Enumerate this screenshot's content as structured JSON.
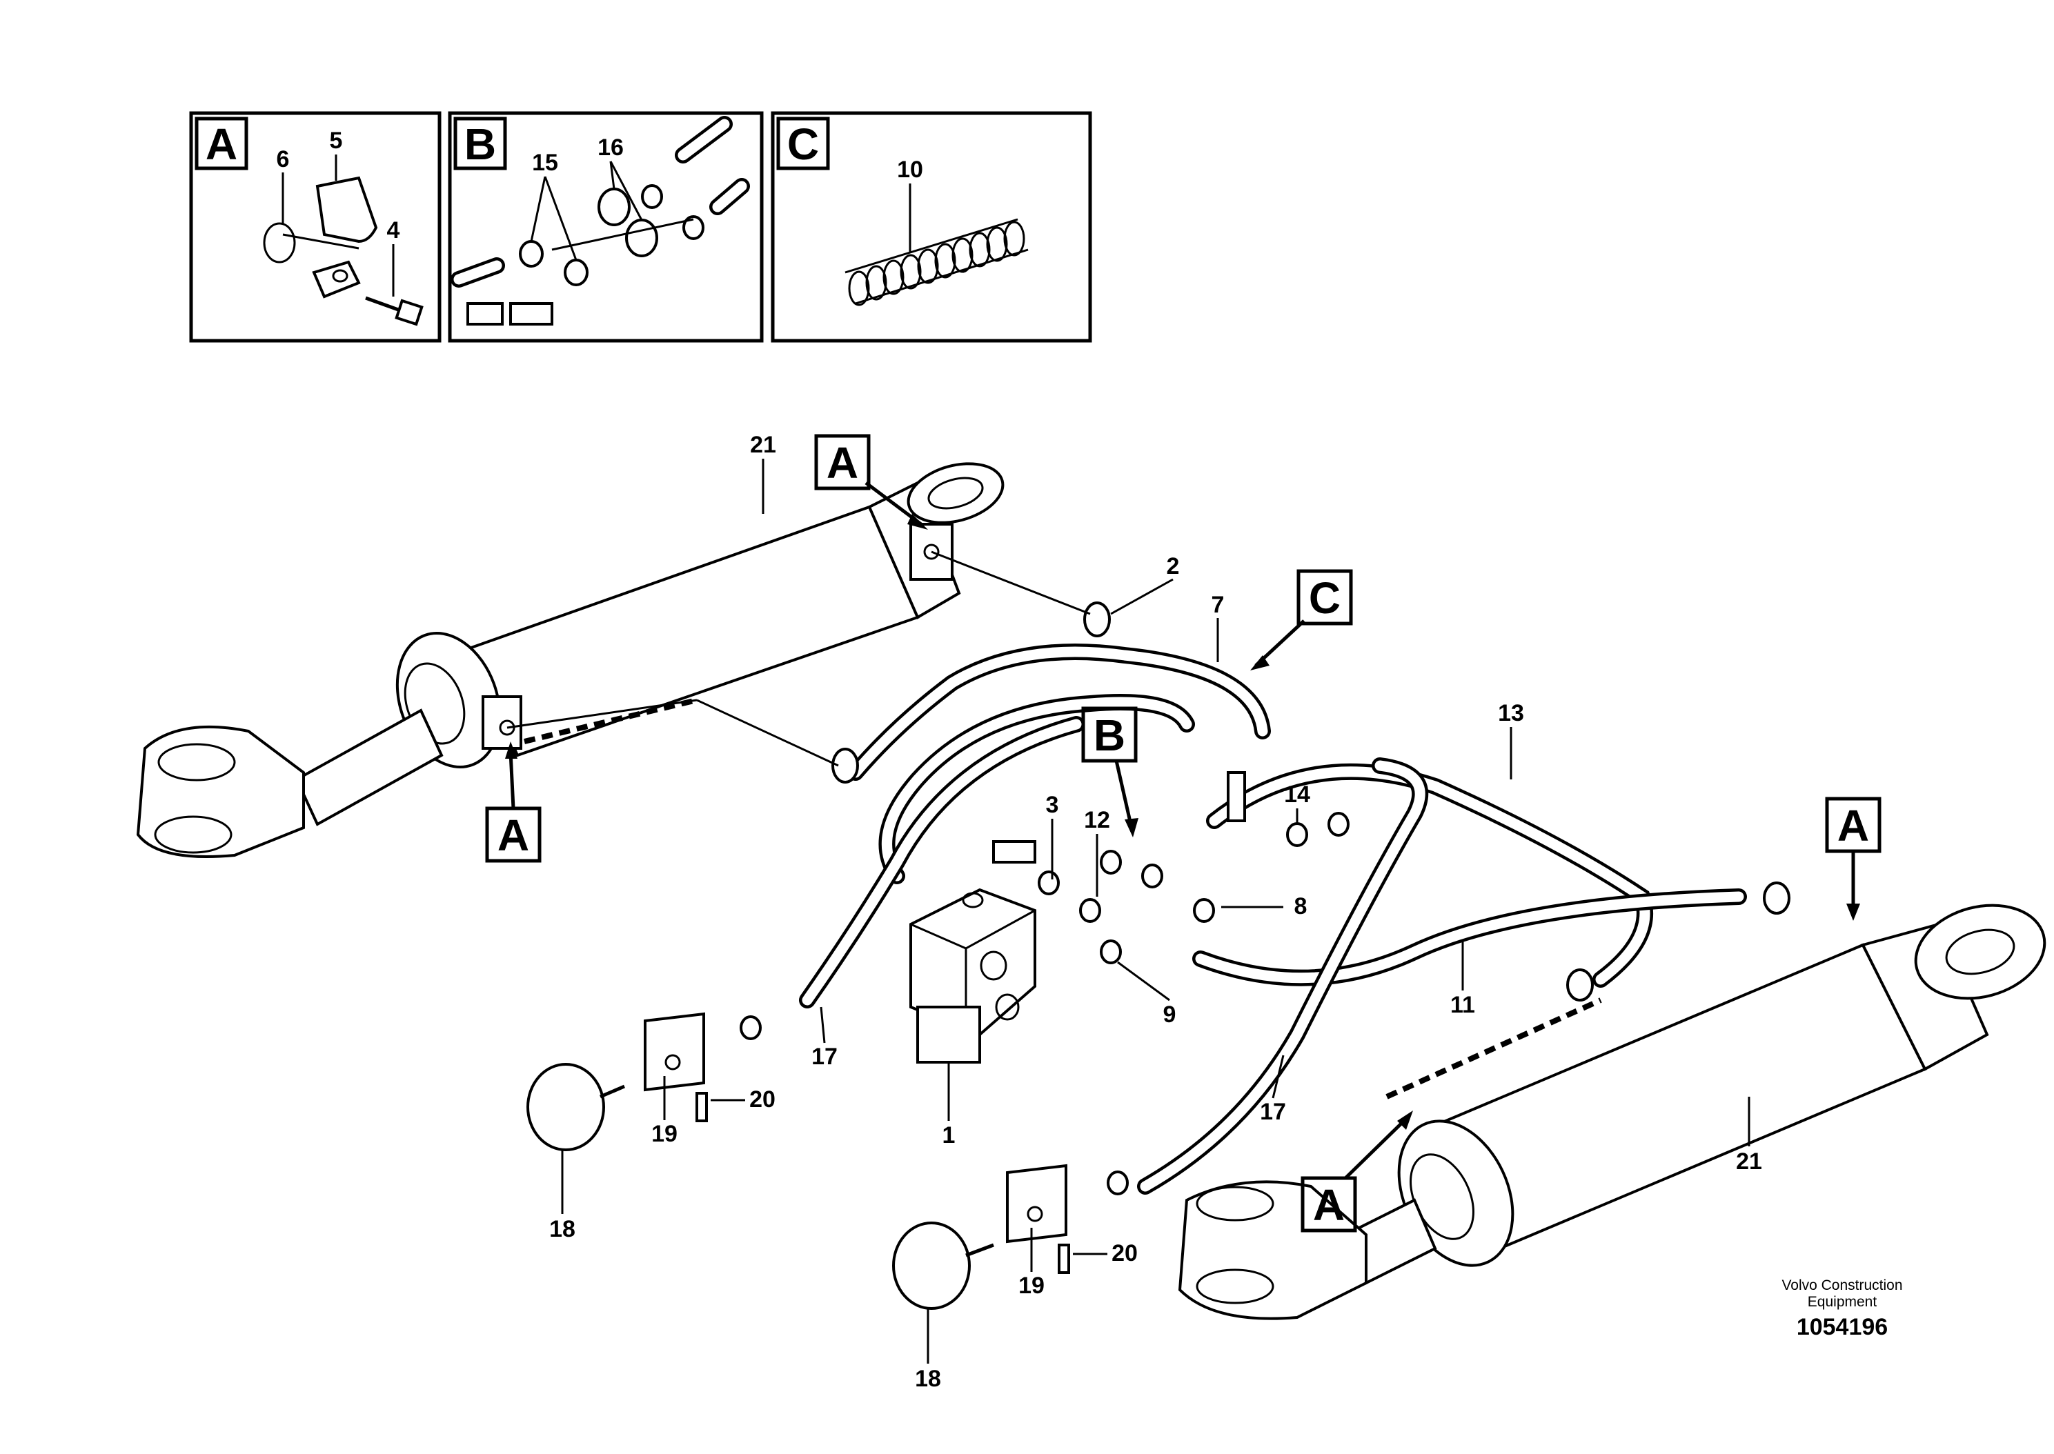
{
  "detail_boxes": {
    "A": {
      "label": "A",
      "parts": [
        "6",
        "5",
        "4"
      ]
    },
    "B": {
      "label": "B",
      "parts": [
        "15",
        "16"
      ]
    },
    "C": {
      "label": "C",
      "parts": [
        "10"
      ]
    }
  },
  "callouts": {
    "a_top": "A",
    "a_left": "A",
    "a_right": "A",
    "a_bottom": "A",
    "b": "B",
    "c": "C"
  },
  "part_numbers": {
    "p21_top": "21",
    "p21_bottom": "21",
    "p2": "2",
    "p7": "7",
    "p13": "13",
    "p3": "3",
    "p12": "12",
    "p14": "14",
    "p8": "8",
    "p9": "9",
    "p11": "11",
    "p17_left": "17",
    "p17_right": "17",
    "p1": "1",
    "p19_left": "19",
    "p19_right": "19",
    "p20_left": "20",
    "p20_right": "20",
    "p18_left": "18",
    "p18_right": "18"
  },
  "footer": {
    "company_line1": "Volvo Construction",
    "company_line2": "Equipment",
    "figure_id": "1054196"
  }
}
